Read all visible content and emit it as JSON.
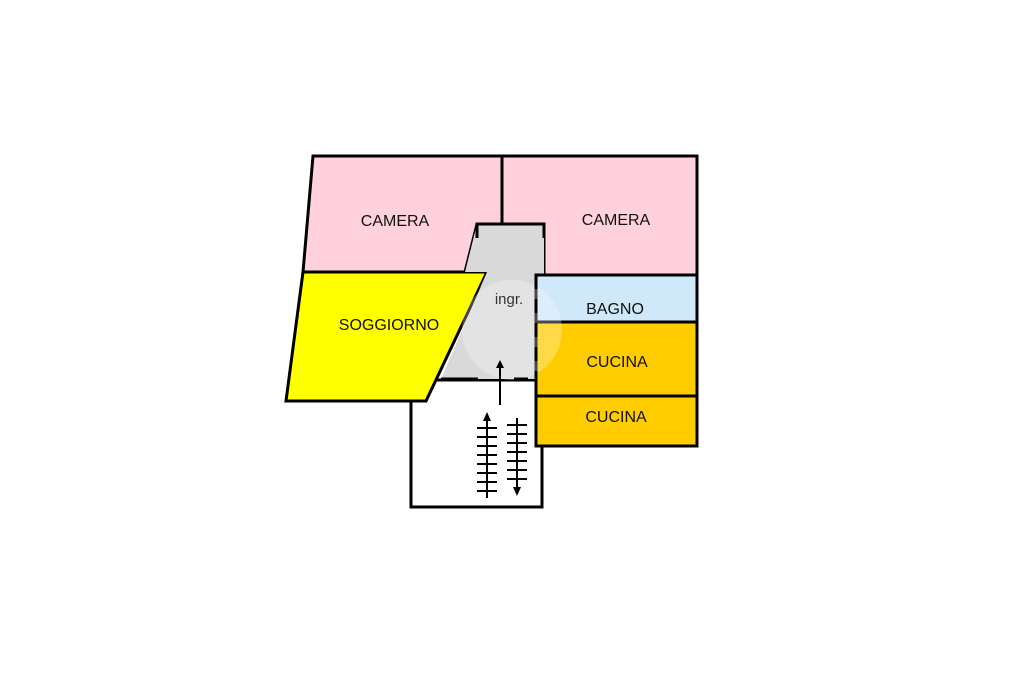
{
  "rooms": {
    "camera_left": {
      "label": "CAMERA",
      "color": "#FFD1DC"
    },
    "camera_right": {
      "label": "CAMERA",
      "color": "#FFD1DC"
    },
    "soggiorno": {
      "label": "SOGGIORNO",
      "color": "#FFFF00"
    },
    "bagno": {
      "label": "BAGNO",
      "color": "#CFE8FA"
    },
    "cucina_top": {
      "label": "CUCINA",
      "color": "#FFCC00"
    },
    "cucina_bottom": {
      "label": "CUCINA",
      "color": "#FFCC00"
    },
    "ingresso": {
      "label": "ingr.",
      "color": "#D9D9D9"
    }
  },
  "stair_color": "#FFFFFF",
  "wall_color": "#000000"
}
